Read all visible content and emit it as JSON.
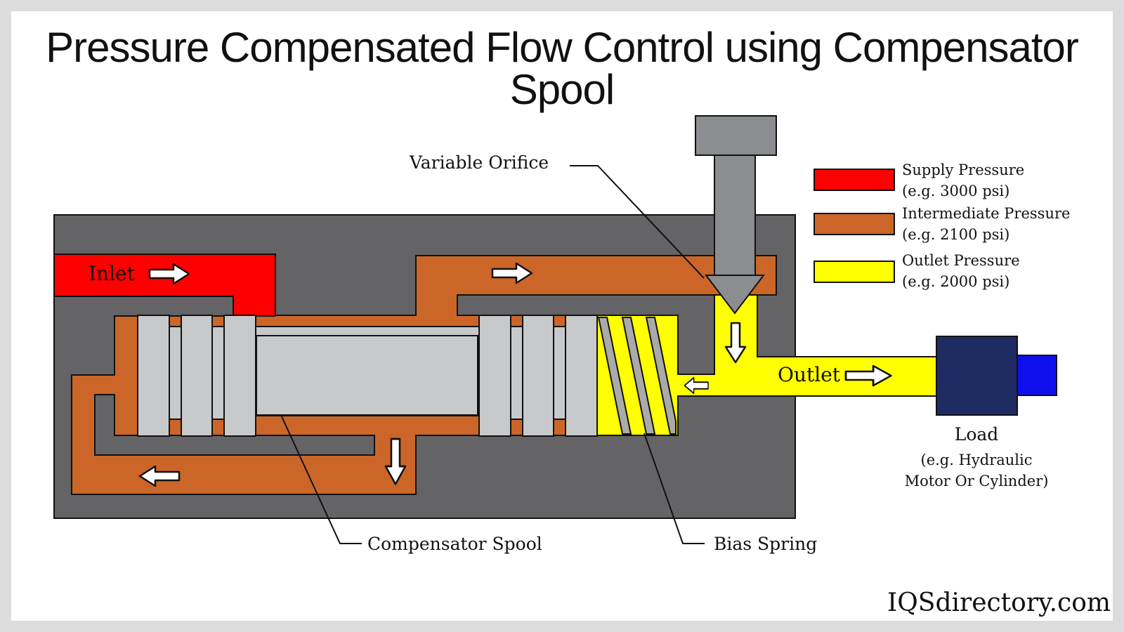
{
  "title": "Pressure Compensated Flow Control using Compensator Spool",
  "labels": {
    "variable_orifice": "Variable Orifice",
    "inlet": "Inlet",
    "outlet": "Outlet",
    "compensator_spool": "Compensator Spool",
    "bias_spring": "Bias Spring",
    "load": "Load",
    "load_detail_1": "(e.g. Hydraulic",
    "load_detail_2": "Motor Or Cylinder)"
  },
  "legend": [
    {
      "name": "Supply Pressure",
      "example": "(e.g. 3000 psi)",
      "color": "#ff0000"
    },
    {
      "name": "Intermediate Pressure",
      "example": "(e.g. 2100 psi)",
      "color": "#cb6628"
    },
    {
      "name": "Outlet Pressure",
      "example": "(e.g. 2000 psi)",
      "color": "#ffff00"
    }
  ],
  "brand": "IQSdirectory.com",
  "colors": {
    "body": "#646466",
    "supply": "#ff0000",
    "intermediate": "#cb6628",
    "outlet": "#ffff00",
    "spool": "#c8c9cb",
    "needle": "#8c8d90",
    "load": "#1f2b63",
    "shaft": "#1010ee"
  }
}
